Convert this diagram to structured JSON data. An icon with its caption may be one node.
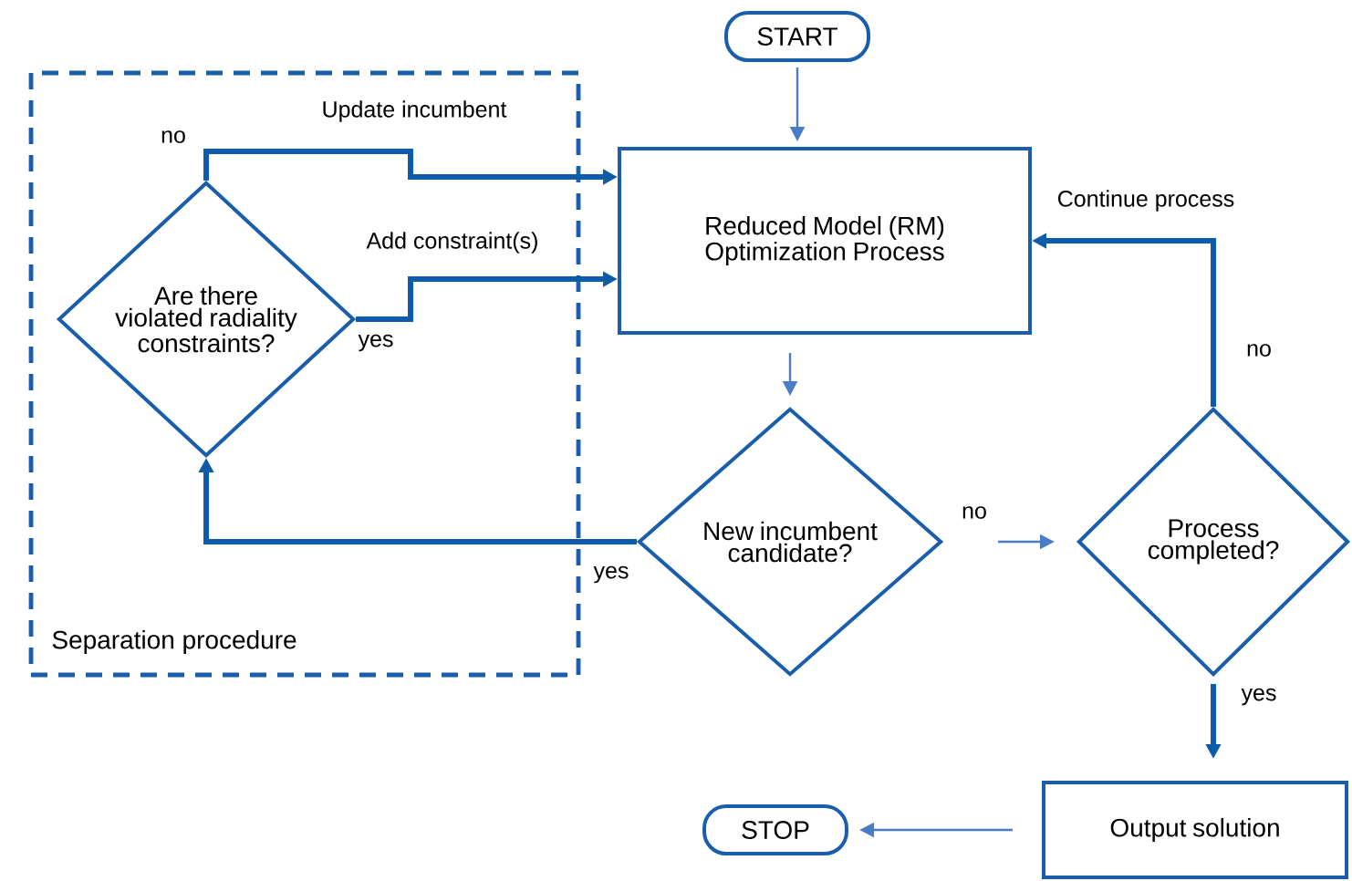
{
  "diagram": {
    "nodes": [
      {
        "text": [
          "Separation procedure"
        ]
      },
      {
        "text": [
          "Are there violated radiality constraints?"
        ],
        "in": 0
      },
      {
        "text": [
          "START"
        ]
      },
      {
        "text": [
          "Reduced Model (RM) Optimization Process"
        ]
      },
      {
        "text": [
          "New incumbent candidate?"
        ]
      },
      {
        "text": [
          "Process completed?"
        ]
      },
      {
        "text": [
          "Output solution"
        ]
      },
      {
        "text": [
          "STOP"
        ]
      }
    ],
    "edges": [
      {
        "from": 2,
        "to": 3,
        "arrow": "to",
        "color": "#4a7cc7"
      },
      {
        "from": 1,
        "to": 3,
        "arrow": "to",
        "label": "Update incumbent"
      },
      {
        "from": 1,
        "to": 3,
        "arrow": "to",
        "label": "Add constraint(s)"
      },
      {
        "from": 3,
        "to": 4,
        "arrow": "to",
        "color": "#4a7cc7"
      },
      {
        "from": 4,
        "to": 1,
        "arrow": "to"
      },
      {
        "from": 4,
        "to": 5,
        "arrow": "to",
        "color": "#4a7cc7"
      },
      {
        "from": 5,
        "to": 3,
        "arrow": "to",
        "label": "Continue process"
      },
      {
        "from": 5,
        "to": 6,
        "arrow": "to"
      },
      {
        "from": 6,
        "to": 7,
        "arrow": "to",
        "color": "#4a7cc7"
      }
    ],
    "labels": [
      "no",
      "yes",
      "yes",
      "no",
      "no",
      "yes"
    ]
  }
}
